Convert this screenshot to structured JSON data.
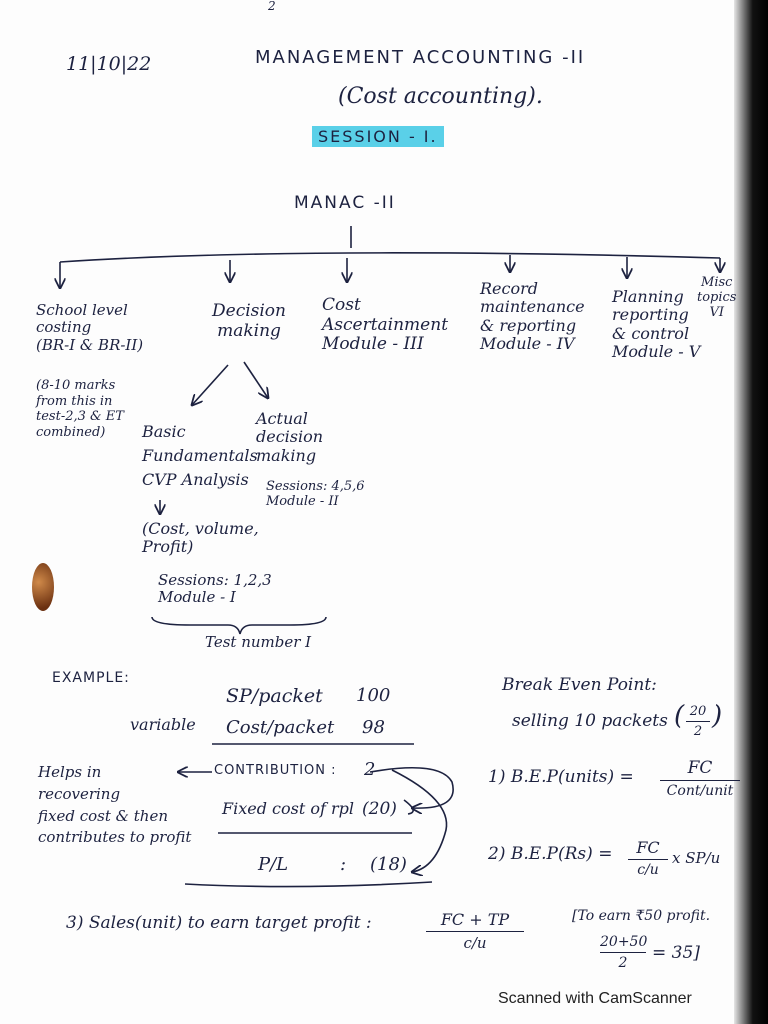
{
  "page_number": "2",
  "date": "11|10|22",
  "title": "MANAGEMENT ACCOUNTING -II",
  "subtitle": "(Cost accounting).",
  "session": "SESSION - I.",
  "tree": {
    "root": "MANAC -II",
    "branch1": {
      "label": "School level\ncosting\n(BR-I & BR-II)",
      "note": "(8-10 marks\nfrom this in\ntest-2,3 & ET\ncombined)"
    },
    "branch2": {
      "label": "Decision\nmaking",
      "sub_left": "Basic\nFundamentals\nCVP Analysis",
      "cvp_expansion": "(Cost, volume,\nProfit)",
      "sessions": "Sessions: 1,2,3\nModule - I",
      "test_label": "Test number I",
      "sub_right": "Actual\ndecision\nmaking",
      "sub_right_sessions": "Sessions: 4,5,6\nModule - II"
    },
    "branch3": "Cost\nAscertainment\nModule - III",
    "branch4": "Record\nmaintenance\n& reporting\nModule - IV",
    "branch5": "Planning\nreporting\n& control\nModule - V",
    "branch6": "Misc\ntopics\nVI"
  },
  "example": {
    "heading": "EXAMPLE:",
    "rows": {
      "sp_label": "SP/packet",
      "sp_value": "100",
      "variable_label": "variable",
      "cost_label": "Cost/packet",
      "cost_value": "98",
      "contribution_label": "CONTRIBUTION :",
      "contribution_value": "2",
      "fixed_label": "Fixed cost of rpl",
      "fixed_value": "(20)",
      "pl_label": "P/L",
      "pl_sep": ":",
      "pl_value": "(18)"
    },
    "side_note": "Helps in\nrecovering\nfixed cost & then\ncontributes to profit"
  },
  "bep": {
    "heading": "Break Even Point:",
    "selling": "selling 10 packets",
    "selling_frac_num": "20",
    "selling_frac_den": "2",
    "f1_label": "1)  B.E.P(units) =",
    "f1_num": "FC",
    "f1_den": "Cont/unit",
    "f2_label": "2)  B.E.P(Rs) =",
    "f2_num": "FC",
    "f2_den": "c/u",
    "f2_tail": "x SP/u"
  },
  "target": {
    "label": "3) Sales(unit) to earn target profit  :",
    "num": "FC + TP",
    "den": "c/u",
    "note": "[To earn ₹50 profit.",
    "calc_num": "20+50",
    "calc_den": "2",
    "calc_result": "= 35]"
  },
  "footer": "Scanned with CamScanner"
}
